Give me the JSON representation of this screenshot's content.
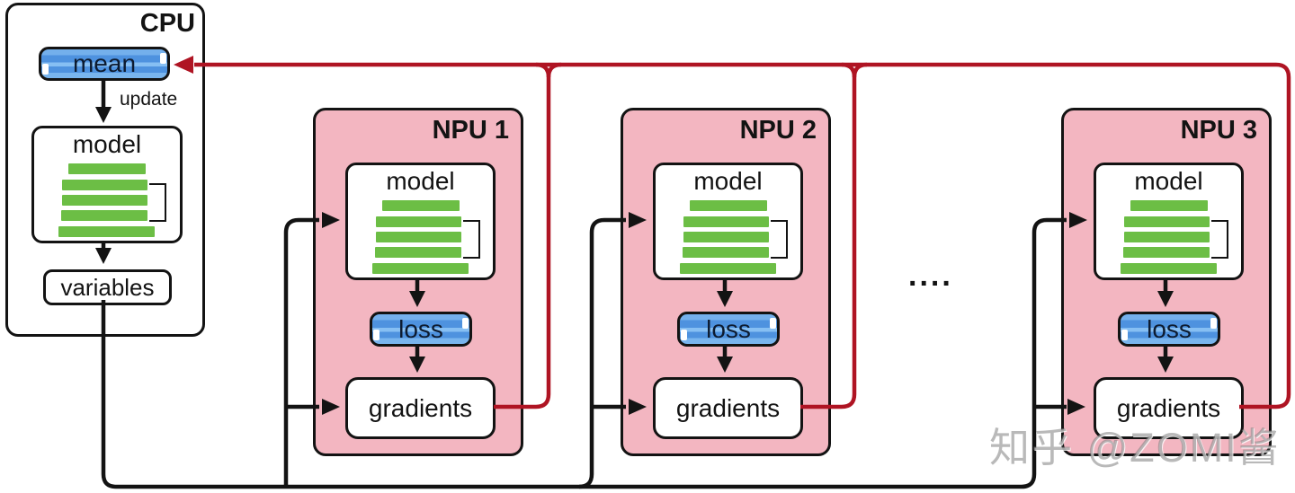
{
  "cpu": {
    "label": "CPU",
    "mean": "mean",
    "update": "update",
    "model": "model",
    "variables": "variables"
  },
  "npus": [
    {
      "label": "NPU 1",
      "model": "model",
      "loss": "loss",
      "gradients": "gradients"
    },
    {
      "label": "NPU 2",
      "model": "model",
      "loss": "loss",
      "gradients": "gradients"
    },
    {
      "label": "NPU 3",
      "model": "model",
      "loss": "loss",
      "gradients": "gradients"
    }
  ],
  "ellipsis": "....",
  "watermark": "知乎 @ZOMI酱",
  "colors": {
    "npu_fill": "#f3b6c1",
    "layer_green": "#6cbe45",
    "feedback_red": "#af1423",
    "block_blue_dark": "#4e92df",
    "block_blue_light": "#86bff3",
    "line_black": "#131313"
  }
}
